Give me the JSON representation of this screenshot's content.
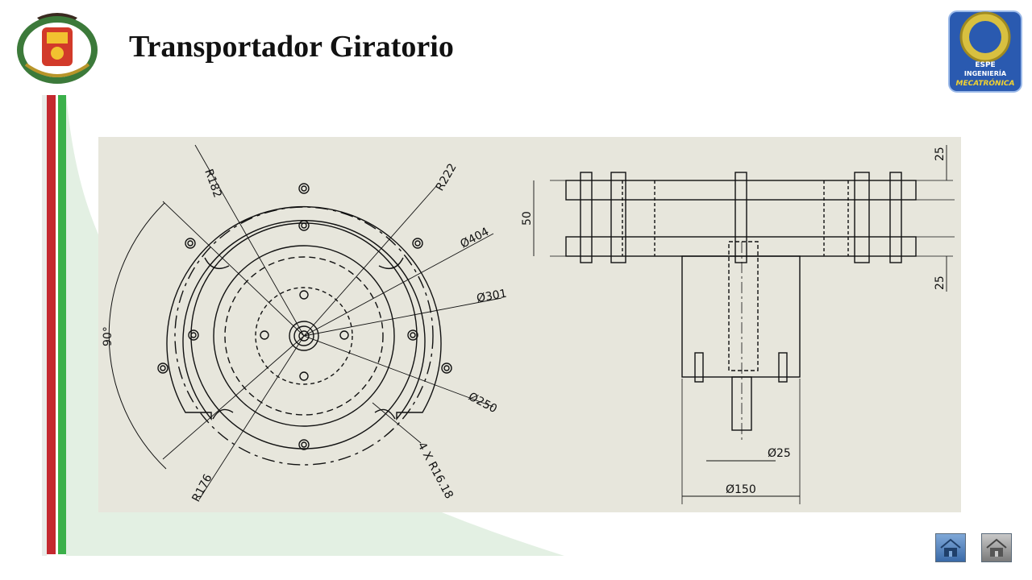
{
  "slide": {
    "title": "Transportador Giratorio"
  },
  "logos": {
    "left": "university-crest",
    "right": {
      "line1": "ESPE",
      "line2": "INGENIERÍA",
      "line3": "MECATRÓNICA"
    }
  },
  "drawing": {
    "top_view": {
      "labels": [
        "R182",
        "R222",
        "Ø404",
        "Ø301",
        "Ø250",
        "4 X R16.18",
        "R176",
        "90°"
      ]
    },
    "side_view": {
      "labels": [
        "25",
        "50",
        "25",
        "Ø25",
        "Ø150"
      ]
    }
  },
  "nav": {
    "home": "home-icon",
    "back": "back-icon"
  },
  "colors": {
    "red_stripe": "#c4282f",
    "green_stripe": "#3bb04a",
    "panel": "#e7e6dc",
    "wave": "#e3f0e3"
  }
}
